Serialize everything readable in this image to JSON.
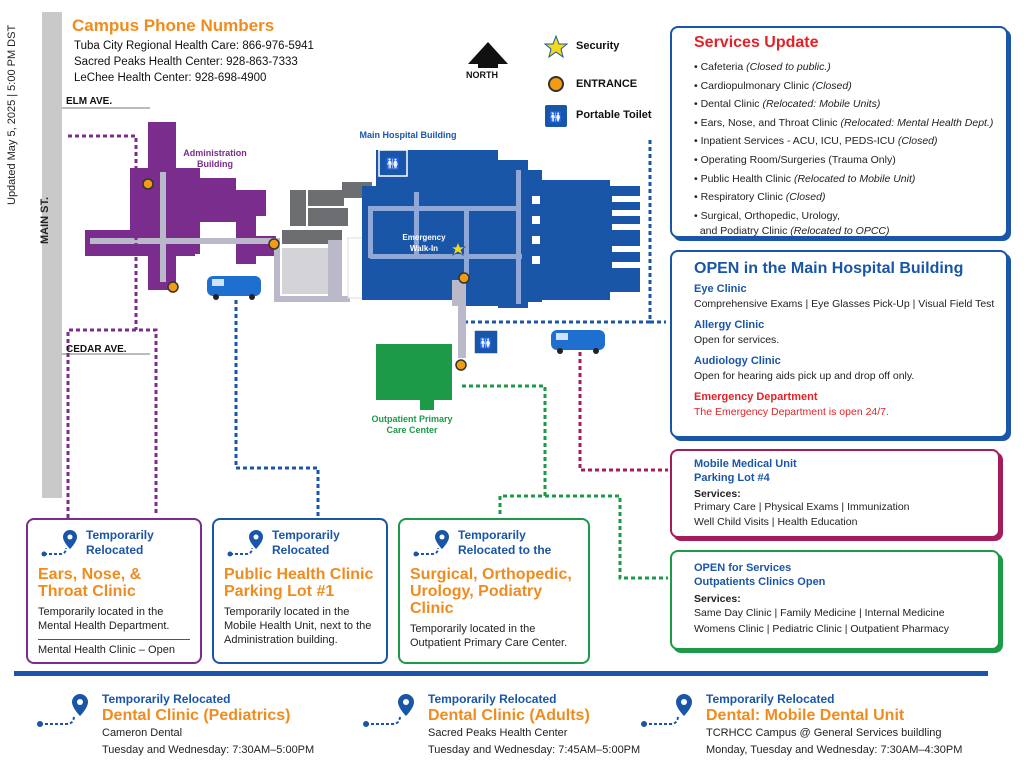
{
  "updated": "Updated May 5, 2025  |  5:00 PM DST",
  "phones": {
    "title": "Campus Phone Numbers",
    "lines": [
      "Tuba City Regional Health Care: 866-976-5941",
      "Sacred Peaks Health Center: 928-863-7333",
      "LeChee Health Center: 928-698-4900"
    ]
  },
  "streets": {
    "elm": "ELM AVE.",
    "cedar": "CEDAR AVE.",
    "main": "MAIN ST."
  },
  "compass": {
    "label": "NORTH"
  },
  "legend": {
    "security": "Security",
    "entrance": "ENTRANCE",
    "toilet": "Portable Toilet"
  },
  "map_labels": {
    "admin": "Administration Building",
    "main_hospital": "Main Hospital Building",
    "emergency": "Emergency Walk-In",
    "outpatient": "Outpatient Primary Care Center",
    "toilet_sign": "TOILET"
  },
  "colors": {
    "orange": "#f08c1e",
    "blue": "#1a56a8",
    "red": "#e32228",
    "purple": "#7b2d8e",
    "green": "#1d9a48",
    "magenta": "#a51c5b"
  },
  "services_update": {
    "title": "Services Update",
    "items": [
      {
        "name": "Cafeteria",
        "status": "Closed to public."
      },
      {
        "name": "Cardiopulmonary Clinic",
        "status": "Closed"
      },
      {
        "name": "Dental Clinic",
        "status": "Relocated: Mobile Units"
      },
      {
        "name": "Ears, Nose, and Throat Clinic",
        "status": "Relocated: Mental Health Dept."
      },
      {
        "name": "Inpatient Services - ACU, ICU, PEDS-ICU",
        "status": "Closed"
      },
      {
        "name": "Operating Room/Surgeries (Trauma Only)",
        "status": ""
      },
      {
        "name": "Public Health Clinic",
        "status": "Relocated to Mobile Unit"
      },
      {
        "name": "Respiratory Clinic",
        "status": "Closed"
      },
      {
        "name": "Surgical, Orthopedic, Urology,",
        "status": ""
      },
      {
        "name": "and Podiatry Clinic",
        "status": "Relocated to OPCC"
      }
    ]
  },
  "open_main": {
    "title": "OPEN in the Main Hospital Building",
    "clinics": [
      {
        "name": "Eye Clinic",
        "desc": "Comprehensive Exams | Eye Glasses Pick-Up | Visual Field Test"
      },
      {
        "name": "Allergy Clinic",
        "desc": "Open for services."
      },
      {
        "name": "Audiology Clinic",
        "desc": "Open for hearing aids pick up and drop off only."
      },
      {
        "name": "Emergency Department",
        "desc": "The Emergency Department is open 24/7."
      }
    ]
  },
  "mobile_unit": {
    "title": "Mobile Medical Unit",
    "subtitle": "Parking Lot #4",
    "services_label": "Services:",
    "lines": [
      "Primary Care | Physical Exams | Immunization",
      "Well Child Visits | Health Education"
    ]
  },
  "outpatient_open": {
    "title": "OPEN for Services",
    "subtitle": "Outpatients Clinics Open",
    "services_label": "Services:",
    "lines": [
      "Same Day Clinic | Family Medicine | Internal Medicine",
      "Womens Clinic | Pediatric Clinic | Outpatient Pharmacy"
    ]
  },
  "relocated_cards": [
    {
      "header": "Temporarily Relocated",
      "name": "Ears, Nose, & Throat Clinic",
      "text": "Temporarily located in the Mental Health Department.",
      "note": "Mental Health Clinic – Open"
    },
    {
      "header": "Temporarily Relocated",
      "name": "Public Health Clinic Parking Lot #1",
      "text": "Temporarily located in the Mobile Health Unit, next to the Administration building.",
      "note": ""
    },
    {
      "header": "Temporarily Relocated to the",
      "name": "Surgical, Orthopedic, Urology, Podiatry Clinic",
      "text": "Temporarily located in the Outpatient Primary Care Center.",
      "note": ""
    }
  ],
  "dental": [
    {
      "header": "Temporarily Relocated",
      "name": "Dental Clinic (Pediatrics)",
      "location": "Cameron Dental",
      "hours": "Tuesday and Wednesday: 7:30AM–5:00PM"
    },
    {
      "header": "Temporarily Relocated",
      "name": "Dental Clinic (Adults)",
      "location": "Sacred Peaks Health Center",
      "hours": "Tuesday and Wednesday: 7:45AM–5:00PM"
    },
    {
      "header": "Temporarily Relocated",
      "name": "Dental: Mobile Dental Unit",
      "location": "TCRHCC Campus @ General Services buildling",
      "hours": "Monday, Tuesday and Wednesday: 7:30AM–4:30PM"
    }
  ]
}
